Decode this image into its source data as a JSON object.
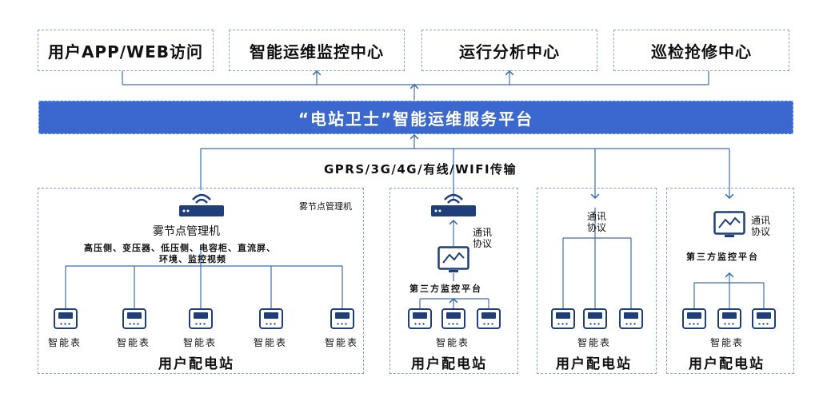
{
  "top_boxes": [
    "用户APP/WEB访问",
    "智能运维监控中心",
    "运行分析中心",
    "巡检抢修中心"
  ],
  "banner": "“电站卫士”智能运维服务平台",
  "transport": "GPRS/3G/4G/有线/WIFI传输",
  "station1": {
    "tag": "雾节点管理机",
    "gateway": "雾节点管理机",
    "devices_line1": "高压侧、变压器、低压侧、电容柜、直流屏、",
    "devices_line2": "环境、监控视频",
    "meter_label": "智能表",
    "name": "用户配电站"
  },
  "station2": {
    "protocol_line1": "通讯",
    "protocol_line2": "协议",
    "platform": "第三方监控平台",
    "meter_label": "智能表",
    "name": "用户配电站"
  },
  "station3": {
    "protocol_line1": "通讯",
    "protocol_line2": "协议",
    "meter_label": "智能表",
    "name": "用户配电站"
  },
  "station4": {
    "protocol_line1": "通讯",
    "protocol_line2": "协议",
    "platform": "第三方监控平台",
    "meter_label": "智能表",
    "name": "用户配电站"
  },
  "icons": [
    "router-icon",
    "monitor-icon",
    "smart-meter-icon"
  ],
  "colors": {
    "banner": "#3a68cf",
    "line": "#3b6db0",
    "meter": "#1f3f7a"
  }
}
